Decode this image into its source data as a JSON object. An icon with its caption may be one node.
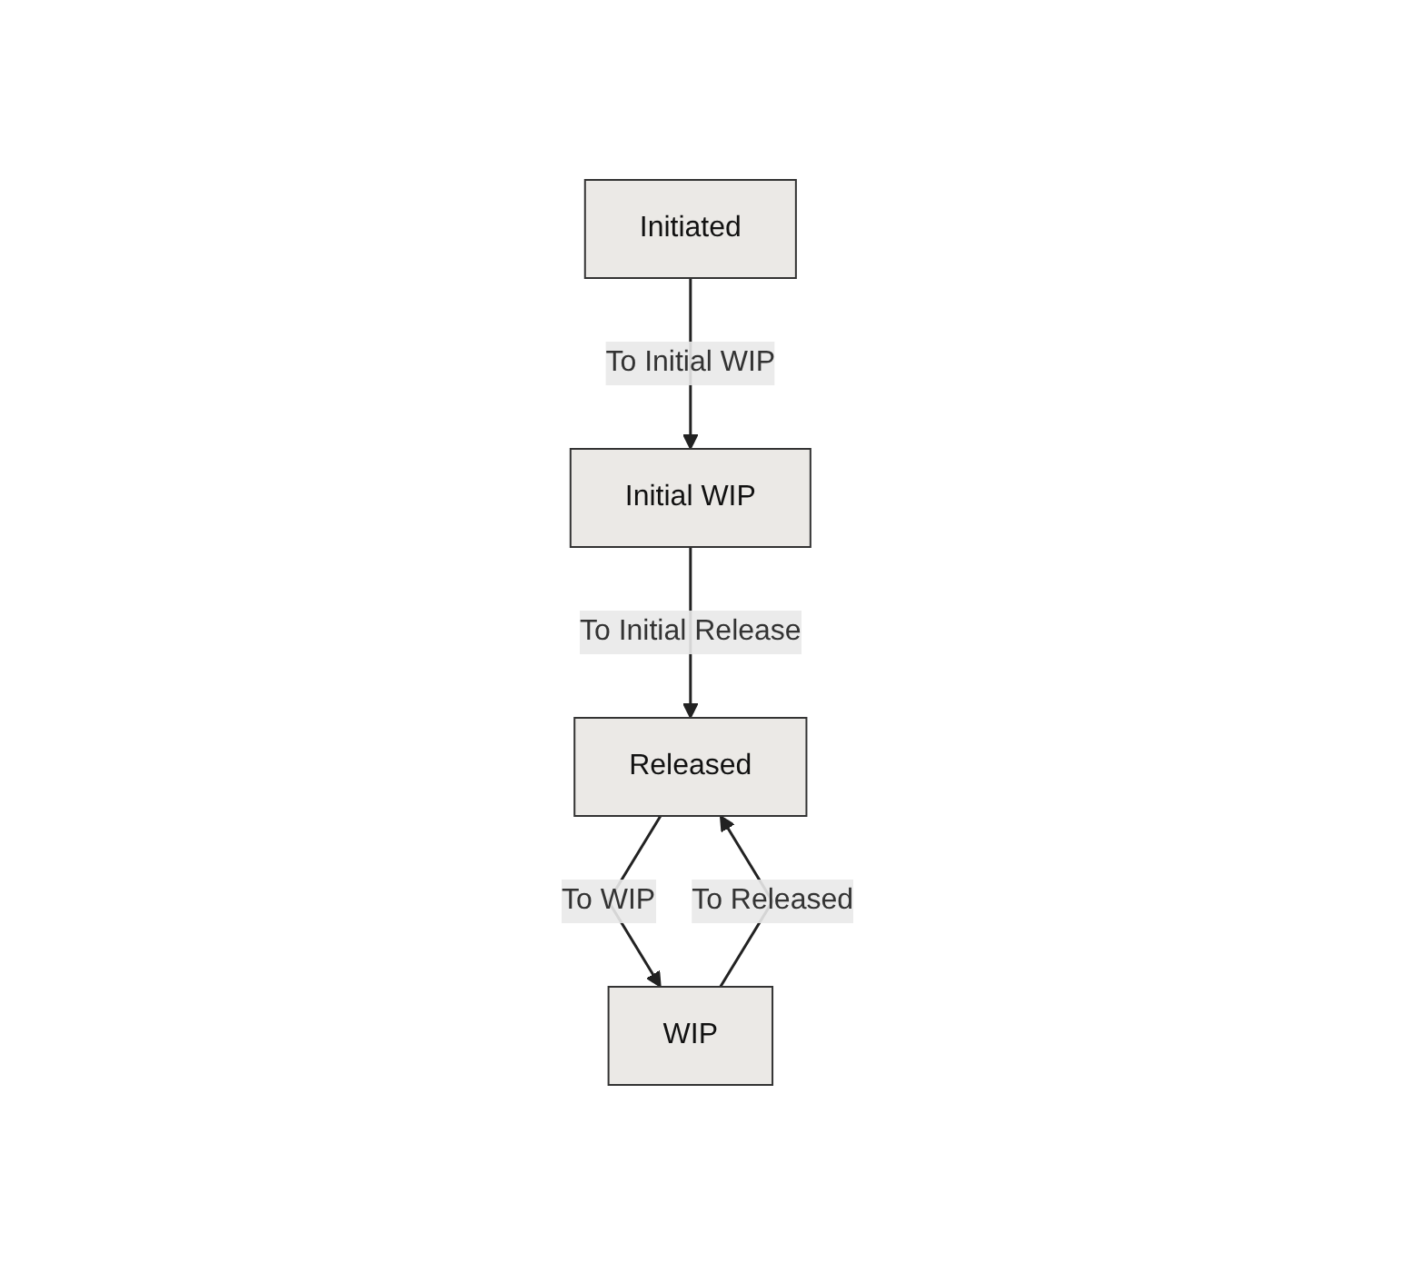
{
  "diagram": {
    "nodes": [
      {
        "text": [
          "Initiated"
        ]
      },
      {
        "text": [
          "Initial WIP"
        ]
      },
      {
        "text": [
          "WIP"
        ]
      },
      {
        "text": [
          "Released"
        ]
      }
    ],
    "edges": [
      {
        "from": 0,
        "to": 1,
        "arrow": "to",
        "label": "To Initial WIP"
      },
      {
        "from": 1,
        "to": 3,
        "arrow": "to",
        "label": "To Initial Release"
      },
      {
        "from": 2,
        "to": 3,
        "arrow": "to",
        "label": "To Released"
      },
      {
        "from": 3,
        "to": 2,
        "arrow": "to",
        "label": "To WIP"
      }
    ]
  }
}
